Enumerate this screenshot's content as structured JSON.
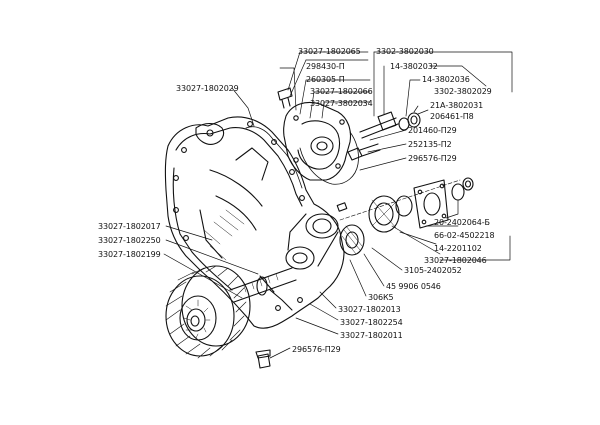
{
  "diagram": {
    "labels": {
      "p33027_1802065": "33027-1802065",
      "p298430": "298430-П",
      "p260305": "260305-П",
      "p33027_1802066": "33027-1802066",
      "p33027_1802034": "33027-3802034",
      "p33027_1802029": "33027-1802029",
      "p3302_3802030": "3302-3802030",
      "p14_3802032": "14-3802032",
      "p14_3802036": "14-3802036",
      "p3302_3802029": "3302-3802029",
      "p21a_3802031": "21А-3802031",
      "p206461": "206461-П8",
      "p201460": "201460-П29",
      "p252135": "252135-П2",
      "p296576_top": "296576-П29",
      "p20_2402064": "20-2402064-Б",
      "p66_02": "66-02-4502218",
      "p14_2201102": "14-2201102",
      "p33027_1802046": "33027-1802046",
      "p3105_2402052": "3105-2402052",
      "p459906": "45 9906 0546",
      "p306k5": "306К5",
      "p33027_1802013": "33027-1802013",
      "p33027_1802254": "33027-1802254",
      "p33027_1802011": "33027-1802011",
      "p296576_bottom": "296576-П29",
      "p33027_1802017": "33027-1802017",
      "p33027_1802250": "33027-1802250",
      "p33027_1802199": "33027-1802199"
    }
  }
}
